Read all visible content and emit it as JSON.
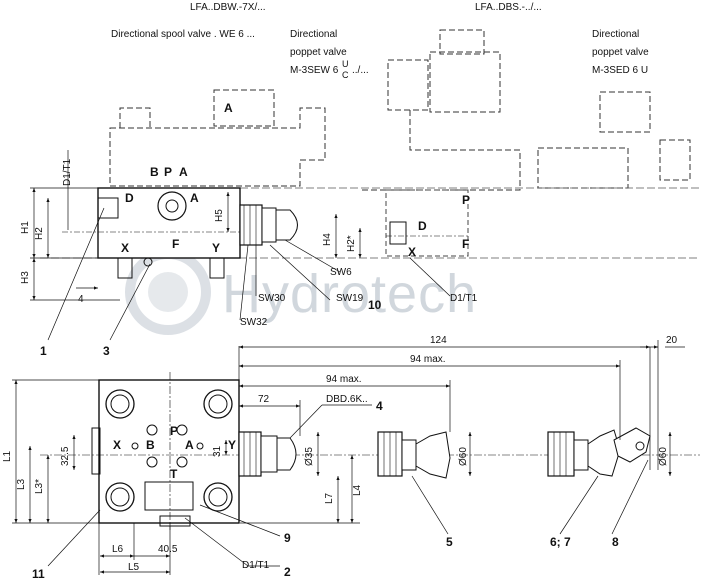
{
  "captions": {
    "dbw": "LFA..DBW.-7X/...",
    "dbs": "LFA..DBS.-../...",
    "spool": "Directional spool valve . WE 6 ...",
    "poppet_a_l1": "Directional",
    "poppet_a_l2": "poppet valve",
    "poppet_a_l3": "M-3SEW 6",
    "poppet_a_u": "U",
    "poppet_a_c": "C",
    "poppet_a_tail": "../...",
    "poppet_b_l1": "Directional",
    "poppet_b_l2": "poppet valve",
    "poppet_b_l3": "M-3SED 6 U"
  },
  "watermark": "Hydrotech",
  "top_view": {
    "A_coil": "A",
    "B": "B",
    "P": "P",
    "A": "A",
    "D": "D",
    "F": "F",
    "X": "X",
    "Y": "Y",
    "F_right": "F",
    "P_right": "P",
    "D_right": "D",
    "X_right": "X",
    "dims": {
      "D1T1": "D1/T1",
      "H1": "H1",
      "H2": "H2",
      "H3": "H3",
      "H4": "H4",
      "H5": "H5",
      "H2s": "H2*",
      "four": "4",
      "SW6": "SW6",
      "SW19": "SW19",
      "SW30": "SW30",
      "SW32": "SW32",
      "D1T1_bottom": "D1/T1"
    },
    "callouts": {
      "c1": "1",
      "c3": "3",
      "c10": "10"
    }
  },
  "bottom_view": {
    "B": "B",
    "P": "P",
    "A": "A",
    "X": "X",
    "Y": "Y",
    "T": "T",
    "dims": {
      "d124": "124",
      "d20": "20",
      "d94max1": "94 max.",
      "d94max2": "94 max.",
      "d72": "72",
      "dbd": "DBD.6K..",
      "d4": "4",
      "L1": "L1",
      "L3": "L3",
      "L3s": "L3*",
      "d325": "32.5",
      "d31": "31",
      "dia35": "Ø35",
      "L7": "L7",
      "L4": "L4",
      "dia60a": "Ø60",
      "dia60b": "Ø60",
      "L6": "L6",
      "d405": "40.5",
      "L5": "L5",
      "D1T1": "D1/T1"
    },
    "callouts": {
      "c2": "2",
      "c5": "5",
      "c67": "6; 7",
      "c8": "8",
      "c9": "9",
      "c11": "11"
    }
  }
}
